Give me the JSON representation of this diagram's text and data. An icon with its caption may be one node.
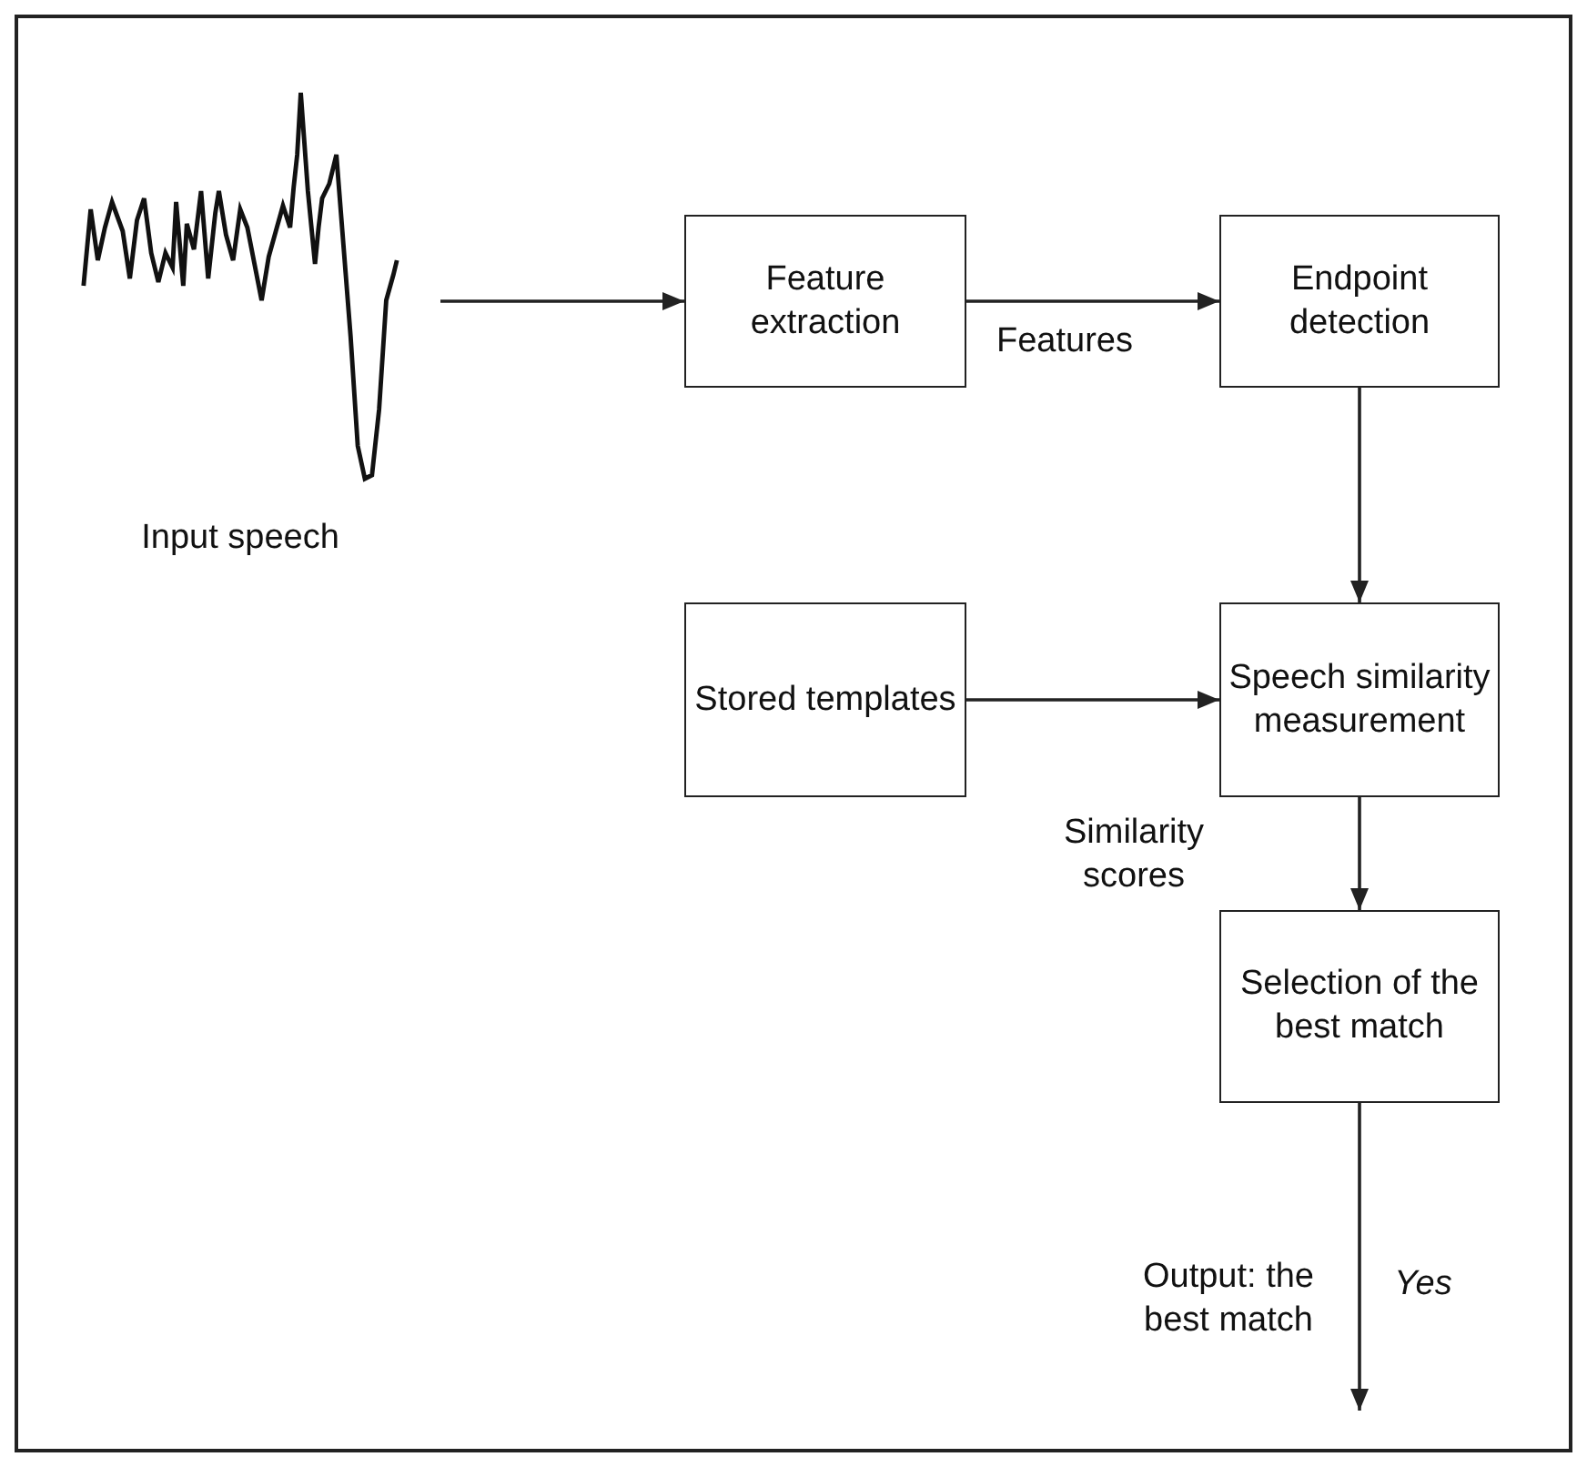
{
  "diagram": {
    "nodes": [
      {
        "text": [],
        "shape": "picture",
        "beside": [
          "Input speech"
        ]
      },
      {
        "text": [
          "Feature extraction"
        ]
      },
      {
        "text": [
          "Endpoint detection"
        ]
      },
      {
        "text": [
          "Stored templates"
        ]
      },
      {
        "text": [
          "Speech similarity measurement"
        ]
      },
      {
        "text": [
          "Selection of the best match"
        ]
      }
    ],
    "edges": [
      {
        "from": 0,
        "to": 1,
        "arrow": "to"
      },
      {
        "from": 1,
        "to": 2,
        "arrow": "to",
        "label": "Features"
      },
      {
        "from": 2,
        "to": 4,
        "arrow": "to"
      },
      {
        "from": 3,
        "to": 4,
        "arrow": "to"
      },
      {
        "from": 4,
        "to": 5,
        "arrow": "to",
        "label": "Similarity scores"
      },
      {
        "from": 5,
        "to": null,
        "arrow": "to",
        "label": "Output: the best match"
      }
    ],
    "labels": [
      "Yes"
    ]
  }
}
